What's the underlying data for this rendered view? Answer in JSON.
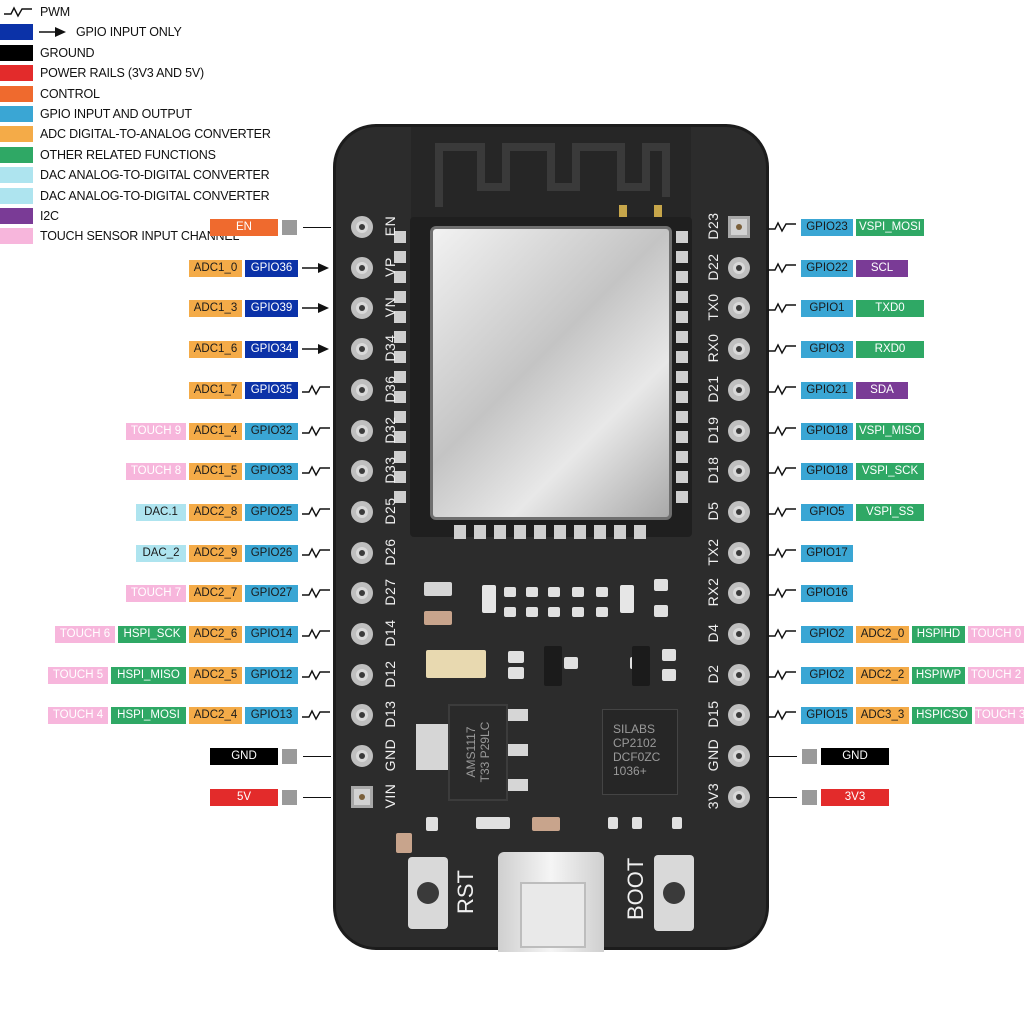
{
  "colors": {
    "pwm": "#ffffff",
    "gpio_input_only": "#0b32a8",
    "ground": "#000000",
    "power": "#e32b2b",
    "control": "#ef6a2e",
    "gpio_io": "#3aa6d4",
    "adc": "#f4ab48",
    "other": "#2fa865",
    "dac": "#aee4ef",
    "i2c": "#7a3b96",
    "touch": "#f7b6dc"
  },
  "legend": [
    {
      "key": "pwm",
      "label": "PWM",
      "icon": "pwm-icon"
    },
    {
      "key": "gpio_input_only",
      "label": "GPIO INPUT ONLY",
      "icon": "arrow-icon"
    },
    {
      "key": "ground",
      "label": "GROUND"
    },
    {
      "key": "power",
      "label": "POWER RAILS (3V3 AND 5V)"
    },
    {
      "key": "control",
      "label": "CONTROL"
    },
    {
      "key": "gpio_io",
      "label": "GPIO INPUT AND OUTPUT"
    },
    {
      "key": "adc",
      "label": "ADC DIGITAL-TO-ANALOG CONVERTER"
    },
    {
      "key": "other",
      "label": "OTHER RELATED FUNCTIONS"
    },
    {
      "key": "dac",
      "label": "DAC ANALOG-TO-DIGITAL CONVERTER"
    },
    {
      "key": "dac",
      "label": "DAC ANALOG-TO-DIGITAL CONVERTER"
    },
    {
      "key": "i2c",
      "label": "I2C"
    },
    {
      "key": "touch",
      "label": "TOUCH SENSOR INPUT CHANNEL"
    }
  ],
  "left_pins": [
    {
      "silk": "EN",
      "marker": "line",
      "labels": [
        {
          "t": "EN",
          "c": "control"
        }
      ]
    },
    {
      "silk": "VP",
      "marker": "arrow",
      "labels": [
        {
          "t": "ADC1_0",
          "c": "adc"
        },
        {
          "t": "GPIO36",
          "c": "gpio_input_only"
        }
      ]
    },
    {
      "silk": "VN",
      "marker": "arrow",
      "labels": [
        {
          "t": "ADC1_3",
          "c": "adc"
        },
        {
          "t": "GPIO39",
          "c": "gpio_input_only"
        }
      ]
    },
    {
      "silk": "D34",
      "marker": "arrow",
      "labels": [
        {
          "t": "ADC1_6",
          "c": "adc"
        },
        {
          "t": "GPIO34",
          "c": "gpio_input_only"
        }
      ]
    },
    {
      "silk": "D36",
      "marker": "pwm",
      "labels": [
        {
          "t": "ADC1_7",
          "c": "adc"
        },
        {
          "t": "GPIO35",
          "c": "gpio_input_only"
        }
      ]
    },
    {
      "silk": "D32",
      "marker": "pwm",
      "labels": [
        {
          "t": "TOUCH 9",
          "c": "touch"
        },
        {
          "t": "ADC1_4",
          "c": "adc"
        },
        {
          "t": "GPIO32",
          "c": "gpio_io"
        }
      ]
    },
    {
      "silk": "D33",
      "marker": "pwm",
      "labels": [
        {
          "t": "TOUCH 8",
          "c": "touch"
        },
        {
          "t": "ADC1_5",
          "c": "adc"
        },
        {
          "t": "GPIO33",
          "c": "gpio_io"
        }
      ]
    },
    {
      "silk": "D25",
      "marker": "pwm",
      "labels": [
        {
          "t": "DAC.1",
          "c": "dac"
        },
        {
          "t": "ADC2_8",
          "c": "adc"
        },
        {
          "t": "GPIO25",
          "c": "gpio_io"
        }
      ]
    },
    {
      "silk": "D26",
      "marker": "pwm",
      "labels": [
        {
          "t": "DAC_2",
          "c": "dac"
        },
        {
          "t": "ADC2_9",
          "c": "adc"
        },
        {
          "t": "GPIO26",
          "c": "gpio_io"
        }
      ]
    },
    {
      "silk": "D27",
      "marker": "pwm",
      "labels": [
        {
          "t": "TOUCH 7",
          "c": "touch"
        },
        {
          "t": "ADC2_7",
          "c": "adc"
        },
        {
          "t": "GPIO27",
          "c": "gpio_io"
        }
      ]
    },
    {
      "silk": "D14",
      "marker": "pwm",
      "labels": [
        {
          "t": "TOUCH 6",
          "c": "touch"
        },
        {
          "t": "HSPI_SCK",
          "c": "other"
        },
        {
          "t": "ADC2_6",
          "c": "adc"
        },
        {
          "t": "GPIO14",
          "c": "gpio_io"
        }
      ]
    },
    {
      "silk": "D12",
      "marker": "pwm",
      "labels": [
        {
          "t": "TOUCH 5",
          "c": "touch"
        },
        {
          "t": "HSPI_MISO",
          "c": "other"
        },
        {
          "t": "ADC2_5",
          "c": "adc"
        },
        {
          "t": "GPIO12",
          "c": "gpio_io"
        }
      ]
    },
    {
      "silk": "D13",
      "marker": "pwm",
      "labels": [
        {
          "t": "TOUCH 4",
          "c": "touch"
        },
        {
          "t": "HSPI_MOSI",
          "c": "other"
        },
        {
          "t": "ADC2_4",
          "c": "adc"
        },
        {
          "t": "GPIO13",
          "c": "gpio_io"
        }
      ]
    },
    {
      "silk": "GND",
      "marker": "line",
      "labels": [
        {
          "t": "GND",
          "c": "ground"
        }
      ]
    },
    {
      "silk": "VIN",
      "marker": "line",
      "labels": [
        {
          "t": "5V",
          "c": "power"
        }
      ]
    }
  ],
  "right_pins": [
    {
      "silk": "D23",
      "marker": "pwm",
      "labels": [
        {
          "t": "GPIO23",
          "c": "gpio_io"
        },
        {
          "t": "VSPI_MOSI",
          "c": "other"
        }
      ]
    },
    {
      "silk": "D22",
      "marker": "pwm",
      "labels": [
        {
          "t": "GPIO22",
          "c": "gpio_io"
        },
        {
          "t": "SCL",
          "c": "i2c"
        }
      ]
    },
    {
      "silk": "TX0",
      "marker": "pwm",
      "labels": [
        {
          "t": "GPIO1",
          "c": "gpio_io"
        },
        {
          "t": "TXD0",
          "c": "other"
        }
      ]
    },
    {
      "silk": "RX0",
      "marker": "pwm",
      "labels": [
        {
          "t": "GPIO3",
          "c": "gpio_io"
        },
        {
          "t": "RXD0",
          "c": "other"
        }
      ]
    },
    {
      "silk": "D21",
      "marker": "pwm",
      "labels": [
        {
          "t": "GPIO21",
          "c": "gpio_io"
        },
        {
          "t": "SDA",
          "c": "i2c"
        }
      ]
    },
    {
      "silk": "D19",
      "marker": "pwm",
      "labels": [
        {
          "t": "GPIO18",
          "c": "gpio_io"
        },
        {
          "t": "VSPI_MISO",
          "c": "other"
        }
      ]
    },
    {
      "silk": "D18",
      "marker": "pwm",
      "labels": [
        {
          "t": "GPIO18",
          "c": "gpio_io"
        },
        {
          "t": "VSPI_SCK",
          "c": "other"
        }
      ]
    },
    {
      "silk": "D5",
      "marker": "pwm",
      "labels": [
        {
          "t": "GPIO5",
          "c": "gpio_io"
        },
        {
          "t": "VSPI_SS",
          "c": "other"
        }
      ]
    },
    {
      "silk": "TX2",
      "marker": "pwm",
      "labels": [
        {
          "t": "GPIO17",
          "c": "gpio_io"
        }
      ]
    },
    {
      "silk": "RX2",
      "marker": "pwm",
      "labels": [
        {
          "t": "GPIO16",
          "c": "gpio_io"
        }
      ]
    },
    {
      "silk": "D4",
      "marker": "pwm",
      "labels": [
        {
          "t": "GPIO2",
          "c": "gpio_io"
        },
        {
          "t": "ADC2_0",
          "c": "adc"
        },
        {
          "t": "HSPIHD",
          "c": "other"
        },
        {
          "t": "TOUCH 0",
          "c": "touch"
        }
      ]
    },
    {
      "silk": "D2",
      "marker": "pwm",
      "labels": [
        {
          "t": "GPIO2",
          "c": "gpio_io"
        },
        {
          "t": "ADC2_2",
          "c": "adc"
        },
        {
          "t": "HSPIWP",
          "c": "other"
        },
        {
          "t": "TOUCH 2",
          "c": "touch"
        }
      ]
    },
    {
      "silk": "D15",
      "marker": "pwm",
      "labels": [
        {
          "t": "GPIO15",
          "c": "gpio_io"
        },
        {
          "t": "ADC3_3",
          "c": "adc"
        },
        {
          "t": "HSPICSO",
          "c": "other"
        },
        {
          "t": "TOUCH 3",
          "c": "touch"
        }
      ]
    },
    {
      "silk": "GND",
      "marker": "line",
      "labels": [
        {
          "t": "GND",
          "c": "ground"
        }
      ]
    },
    {
      "silk": "3V3",
      "marker": "line",
      "labels": [
        {
          "t": "3V3",
          "c": "power"
        }
      ]
    }
  ],
  "board": {
    "regulator_text": "AMS1117\nT33 P29LC",
    "usb_chip_text": "SILABS\nCP2102\nDCF0ZC\n1036+",
    "rst_label": "RST",
    "boot_label": "BOOT"
  }
}
